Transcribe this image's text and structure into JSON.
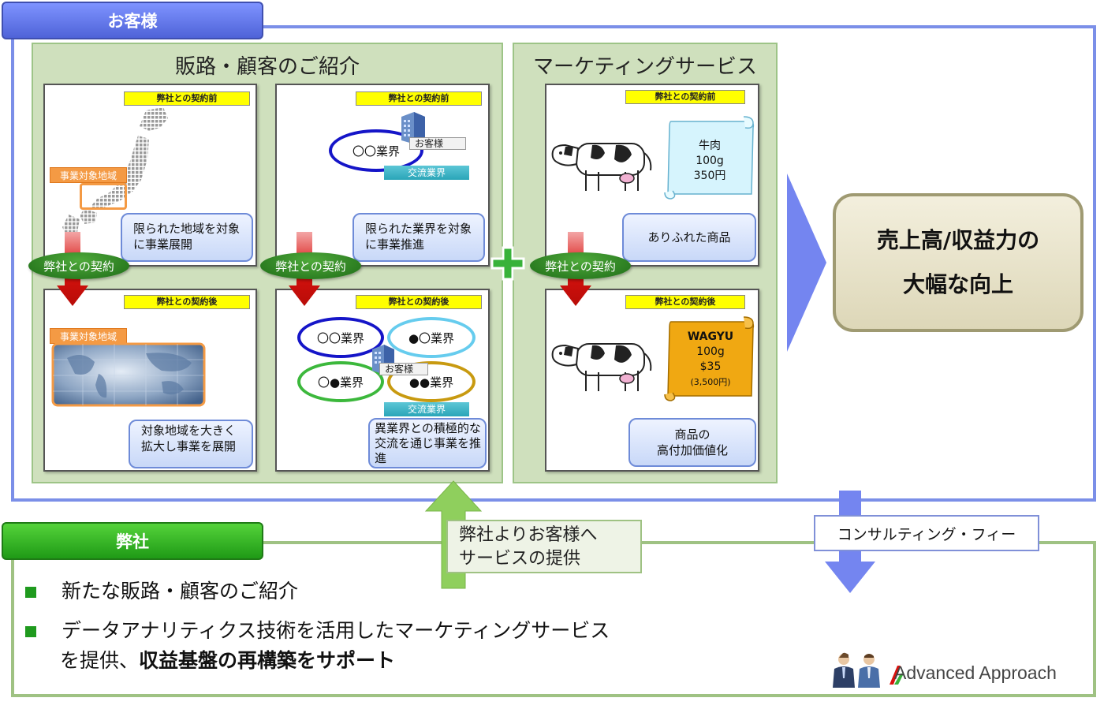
{
  "customer": {
    "tab_label": "お客様",
    "sales_section": {
      "title": "販路・顧客のご紹介"
    },
    "marketing_section": {
      "title": "マーケティングサービス"
    },
    "before_label": "弊社との契約前",
    "after_label": "弊社との契約後",
    "contract_label": "弊社との契約",
    "region_tag": "事業対象地域",
    "panel1": {
      "desc": "限られた地域を対象に事業展開"
    },
    "panel2": {
      "industry": "〇〇業界",
      "customer_tag": "お客様",
      "exchange_tag": "交流業界",
      "desc": "限られた業界を対象に事業推進"
    },
    "panel3": {
      "desc": "対象地域を大きく拡大し事業を展開"
    },
    "panel4": {
      "industry_a": "〇〇業界",
      "industry_b": "●〇業界",
      "industry_c": "〇●業界",
      "industry_d": "●●業界",
      "customer_tag": "お客様",
      "exchange_tag": "交流業界",
      "desc": "異業界との積極的な交流を通じ事業を推進"
    },
    "panel5": {
      "scroll_lines": [
        "牛肉",
        "100g",
        "350円"
      ],
      "desc": "ありふれた商品"
    },
    "panel6": {
      "scroll_lines": [
        "WAGYU",
        "100g",
        "$35",
        "(3,500円)"
      ],
      "desc_line1": "商品の",
      "desc_line2": "高付加価値化"
    },
    "plus_icon": "plus-icon",
    "result_line1": "売上高/収益力の",
    "result_line2": "大幅な向上"
  },
  "company": {
    "tab_label": "弊社",
    "bullet1": "新たな販路・顧客のご紹介",
    "bullet2_line1": "データアナリティクス技術を活用したマーケティングサービス",
    "bullet2_line2_prefix": "を提供、",
    "bullet2_line2_bold": "収益基盤の再構築をサポート"
  },
  "service_note": {
    "line1": "弊社よりお客様へ",
    "line2": "サービスの提供"
  },
  "fee_label": "コンサルティング・フィー",
  "logo": {
    "part1": "Advanced ",
    "part2": "Approach"
  },
  "colors": {
    "blue_frame": "#7b8fe8",
    "green_frame": "#9fc283",
    "section_fill": "#cfe0bd",
    "arrow_red": "#d8120e",
    "arrow_green": "#8fcf5d",
    "arrow_blue": "#7485f0"
  }
}
